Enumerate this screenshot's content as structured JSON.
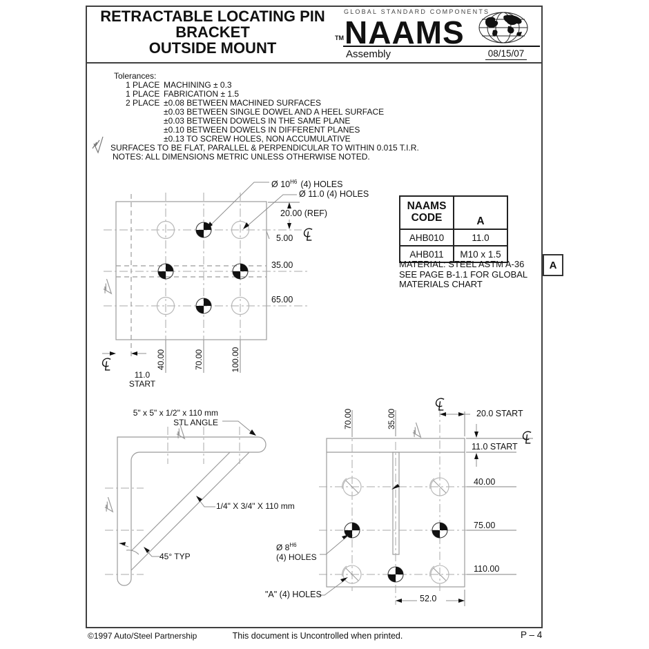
{
  "header": {
    "title_line1": "RETRACTABLE LOCATING  PIN",
    "title_line2": "BRACKET",
    "title_line3": "OUTSIDE MOUNT",
    "brand_tagline": "GLOBAL STANDARD COMPONENTS",
    "brand_tm": "TM",
    "brand_name": "NAAMS",
    "subtitle": "Assembly",
    "date": "08/15/07"
  },
  "tolerances": {
    "heading": "Tolerances:",
    "rows": [
      {
        "label": "1 PLACE",
        "text": "MACHINING ± 0.3"
      },
      {
        "label": "1 PLACE",
        "text": "FABRICATION ± 1.5"
      },
      {
        "label": "2 PLACE",
        "text": "±0.08 BETWEEN MACHINED SURFACES"
      },
      {
        "label": "",
        "text": "±0.03 BETWEEN SINGLE DOWEL AND A HEEL SURFACE"
      },
      {
        "label": "",
        "text": "±0.03 BETWEEN DOWELS IN THE SAME PLANE"
      },
      {
        "label": "",
        "text": "±0.10 BETWEEN DOWELS IN DIFFERENT PLANES"
      },
      {
        "label": "",
        "text": "±0.13 TO SCREW HOLES, NON ACCUMULATIVE"
      }
    ],
    "surface_note": "SURFACES TO BE FLAT, PARALLEL & PERPENDICULAR TO WITHIN 0.015 T.I.R.",
    "notes": "NOTES: ALL DIMENSIONS METRIC UNLESS OTHERWISE NOTED."
  },
  "spec_table": {
    "col1_header_line1": "NAAMS",
    "col1_header_line2": "CODE",
    "col2_header": "A",
    "rows": [
      {
        "code": "AHB010",
        "a": "11.0"
      },
      {
        "code": "AHB011",
        "a": "M10 x 1.5"
      }
    ]
  },
  "material_note": {
    "line1": "MATERIAL: STEEL ASTM A-36",
    "line2": "SEE PAGE B-1.1 FOR GLOBAL",
    "line3": "MATERIALS CHART"
  },
  "zone_marker": "A",
  "top_view": {
    "callout_dowel_prefix": "Ø 10",
    "callout_dowel_sup": "H6",
    "callout_dowel_suffix": "(4) HOLES",
    "callout_clearance": "Ø 11.0 (4) HOLES",
    "dim_20ref": "20.00 (REF)",
    "dim_5": "5.00",
    "dim_35": "35.00",
    "dim_65": "65.00",
    "dim_40": "40.00",
    "dim_70": "70.00",
    "dim_100": "100.00",
    "start_value": "11.0",
    "start_word": "START"
  },
  "side_view": {
    "angle_spec": "5\" x  5\" x 1/2\" x 110 mm",
    "angle_name": "STL ANGLE",
    "gusset_spec": "1/4\" X 3/4\" X 110 mm",
    "angle_typ": "45° TYP"
  },
  "front_view": {
    "dim_70": "70.00",
    "dim_35": "35.00",
    "dim_20_start": "20.0 START",
    "dim_11_start": "11.0 START",
    "dim_40": "40.00",
    "dim_75": "75.00",
    "dim_110": "110.00",
    "dim_52": "52.0",
    "callout_dowel_prefix": "Ø 8",
    "callout_dowel_sup": "H6",
    "callout_dowel_line2": "(4) HOLES",
    "callout_a_holes": "\"A\" (4) HOLES"
  },
  "footer": {
    "copyright": "©1997 Auto/Steel Partnership",
    "notice": "This document is Uncontrolled when printed.",
    "page_number": "P – 4"
  }
}
